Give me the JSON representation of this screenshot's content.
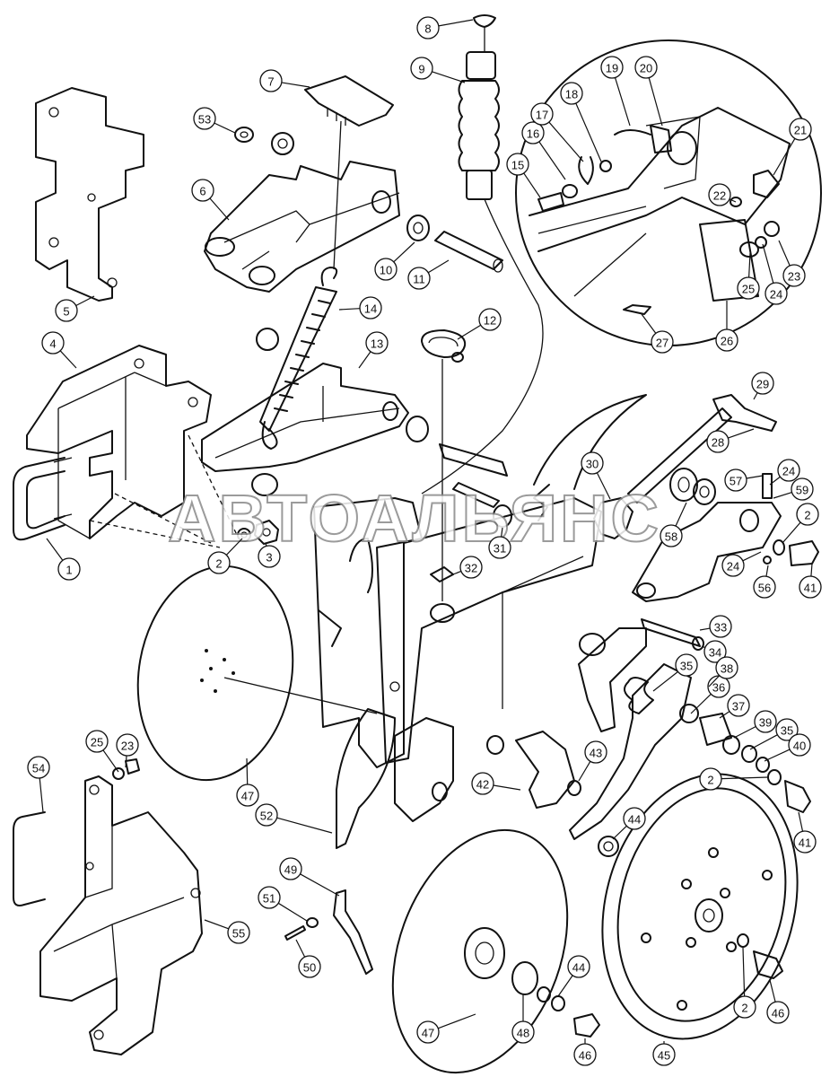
{
  "watermark": "АВТОАЛЬЯНС",
  "callouts": [
    {
      "id": "c1",
      "label": "1"
    },
    {
      "id": "c2a",
      "label": "2"
    },
    {
      "id": "c3",
      "label": "3"
    },
    {
      "id": "c4",
      "label": "4"
    },
    {
      "id": "c5",
      "label": "5"
    },
    {
      "id": "c6",
      "label": "6"
    },
    {
      "id": "c7",
      "label": "7"
    },
    {
      "id": "c8",
      "label": "8"
    },
    {
      "id": "c9",
      "label": "9"
    },
    {
      "id": "c10",
      "label": "10"
    },
    {
      "id": "c11",
      "label": "11"
    },
    {
      "id": "c12",
      "label": "12"
    },
    {
      "id": "c13",
      "label": "13"
    },
    {
      "id": "c14",
      "label": "14"
    },
    {
      "id": "c15",
      "label": "15"
    },
    {
      "id": "c16",
      "label": "16"
    },
    {
      "id": "c17",
      "label": "17"
    },
    {
      "id": "c18",
      "label": "18"
    },
    {
      "id": "c19",
      "label": "19"
    },
    {
      "id": "c20",
      "label": "20"
    },
    {
      "id": "c21",
      "label": "21"
    },
    {
      "id": "c22",
      "label": "22"
    },
    {
      "id": "c23a",
      "label": "23"
    },
    {
      "id": "c24a",
      "label": "24"
    },
    {
      "id": "c25a",
      "label": "25"
    },
    {
      "id": "c26",
      "label": "26"
    },
    {
      "id": "c27",
      "label": "27"
    },
    {
      "id": "c28",
      "label": "28"
    },
    {
      "id": "c29",
      "label": "29"
    },
    {
      "id": "c30",
      "label": "30"
    },
    {
      "id": "c31",
      "label": "31"
    },
    {
      "id": "c32",
      "label": "32"
    },
    {
      "id": "c33",
      "label": "33"
    },
    {
      "id": "c34",
      "label": "34"
    },
    {
      "id": "c35a",
      "label": "35"
    },
    {
      "id": "c36",
      "label": "36"
    },
    {
      "id": "c37",
      "label": "37"
    },
    {
      "id": "c38",
      "label": "38"
    },
    {
      "id": "c39",
      "label": "39"
    },
    {
      "id": "c35b",
      "label": "35"
    },
    {
      "id": "c40",
      "label": "40"
    },
    {
      "id": "c2b",
      "label": "2"
    },
    {
      "id": "c41a",
      "label": "41"
    },
    {
      "id": "c42",
      "label": "42"
    },
    {
      "id": "c43",
      "label": "43"
    },
    {
      "id": "c44a",
      "label": "44"
    },
    {
      "id": "c45",
      "label": "45"
    },
    {
      "id": "c46a",
      "label": "46"
    },
    {
      "id": "c2c",
      "label": "2"
    },
    {
      "id": "c46b",
      "label": "46"
    },
    {
      "id": "c44b",
      "label": "44"
    },
    {
      "id": "c48",
      "label": "48"
    },
    {
      "id": "c47a",
      "label": "47"
    },
    {
      "id": "c47b",
      "label": "47"
    },
    {
      "id": "c49",
      "label": "49"
    },
    {
      "id": "c50",
      "label": "50"
    },
    {
      "id": "c51",
      "label": "51"
    },
    {
      "id": "c52",
      "label": "52"
    },
    {
      "id": "c53",
      "label": "53"
    },
    {
      "id": "c54",
      "label": "54"
    },
    {
      "id": "c55",
      "label": "55"
    },
    {
      "id": "c56",
      "label": "56"
    },
    {
      "id": "c57",
      "label": "57"
    },
    {
      "id": "c58",
      "label": "58"
    },
    {
      "id": "c59",
      "label": "59"
    },
    {
      "id": "c24b",
      "label": "24"
    },
    {
      "id": "c2d",
      "label": "2"
    },
    {
      "id": "c41b",
      "label": "41"
    },
    {
      "id": "c24c",
      "label": "24"
    },
    {
      "id": "c23b",
      "label": "23"
    },
    {
      "id": "c25b",
      "label": "25"
    }
  ]
}
